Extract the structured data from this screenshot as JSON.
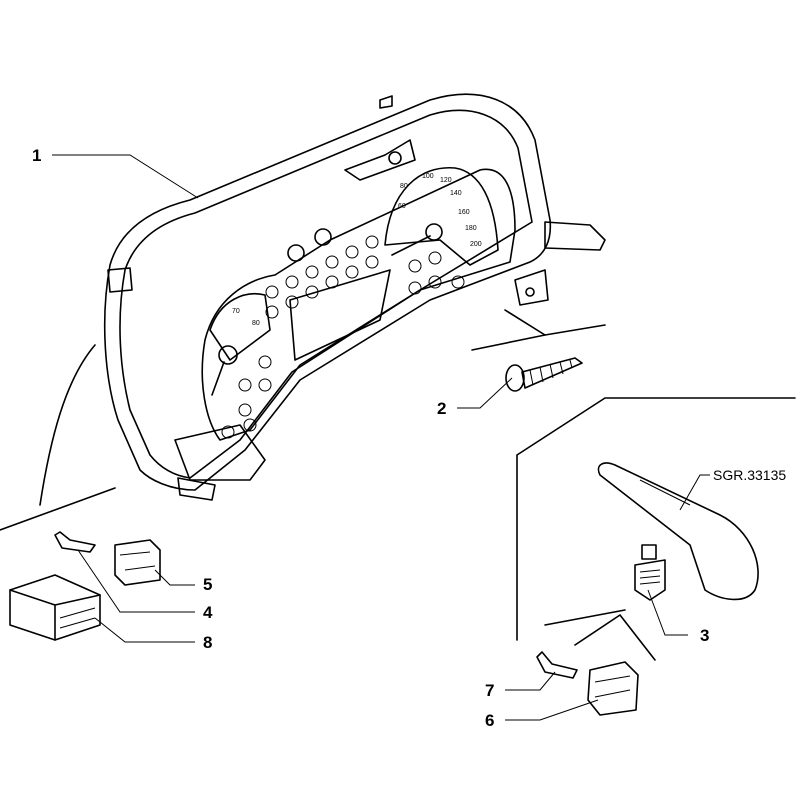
{
  "diagram": {
    "callouts": [
      "1",
      "2",
      "3",
      "4",
      "5",
      "6",
      "7",
      "8"
    ],
    "reference": "SGR.33135",
    "speedometer_labels": [
      "60",
      "80",
      "100",
      "120",
      "140",
      "160",
      "180",
      "200"
    ],
    "tachometer_labels": [
      "70",
      "80"
    ]
  }
}
